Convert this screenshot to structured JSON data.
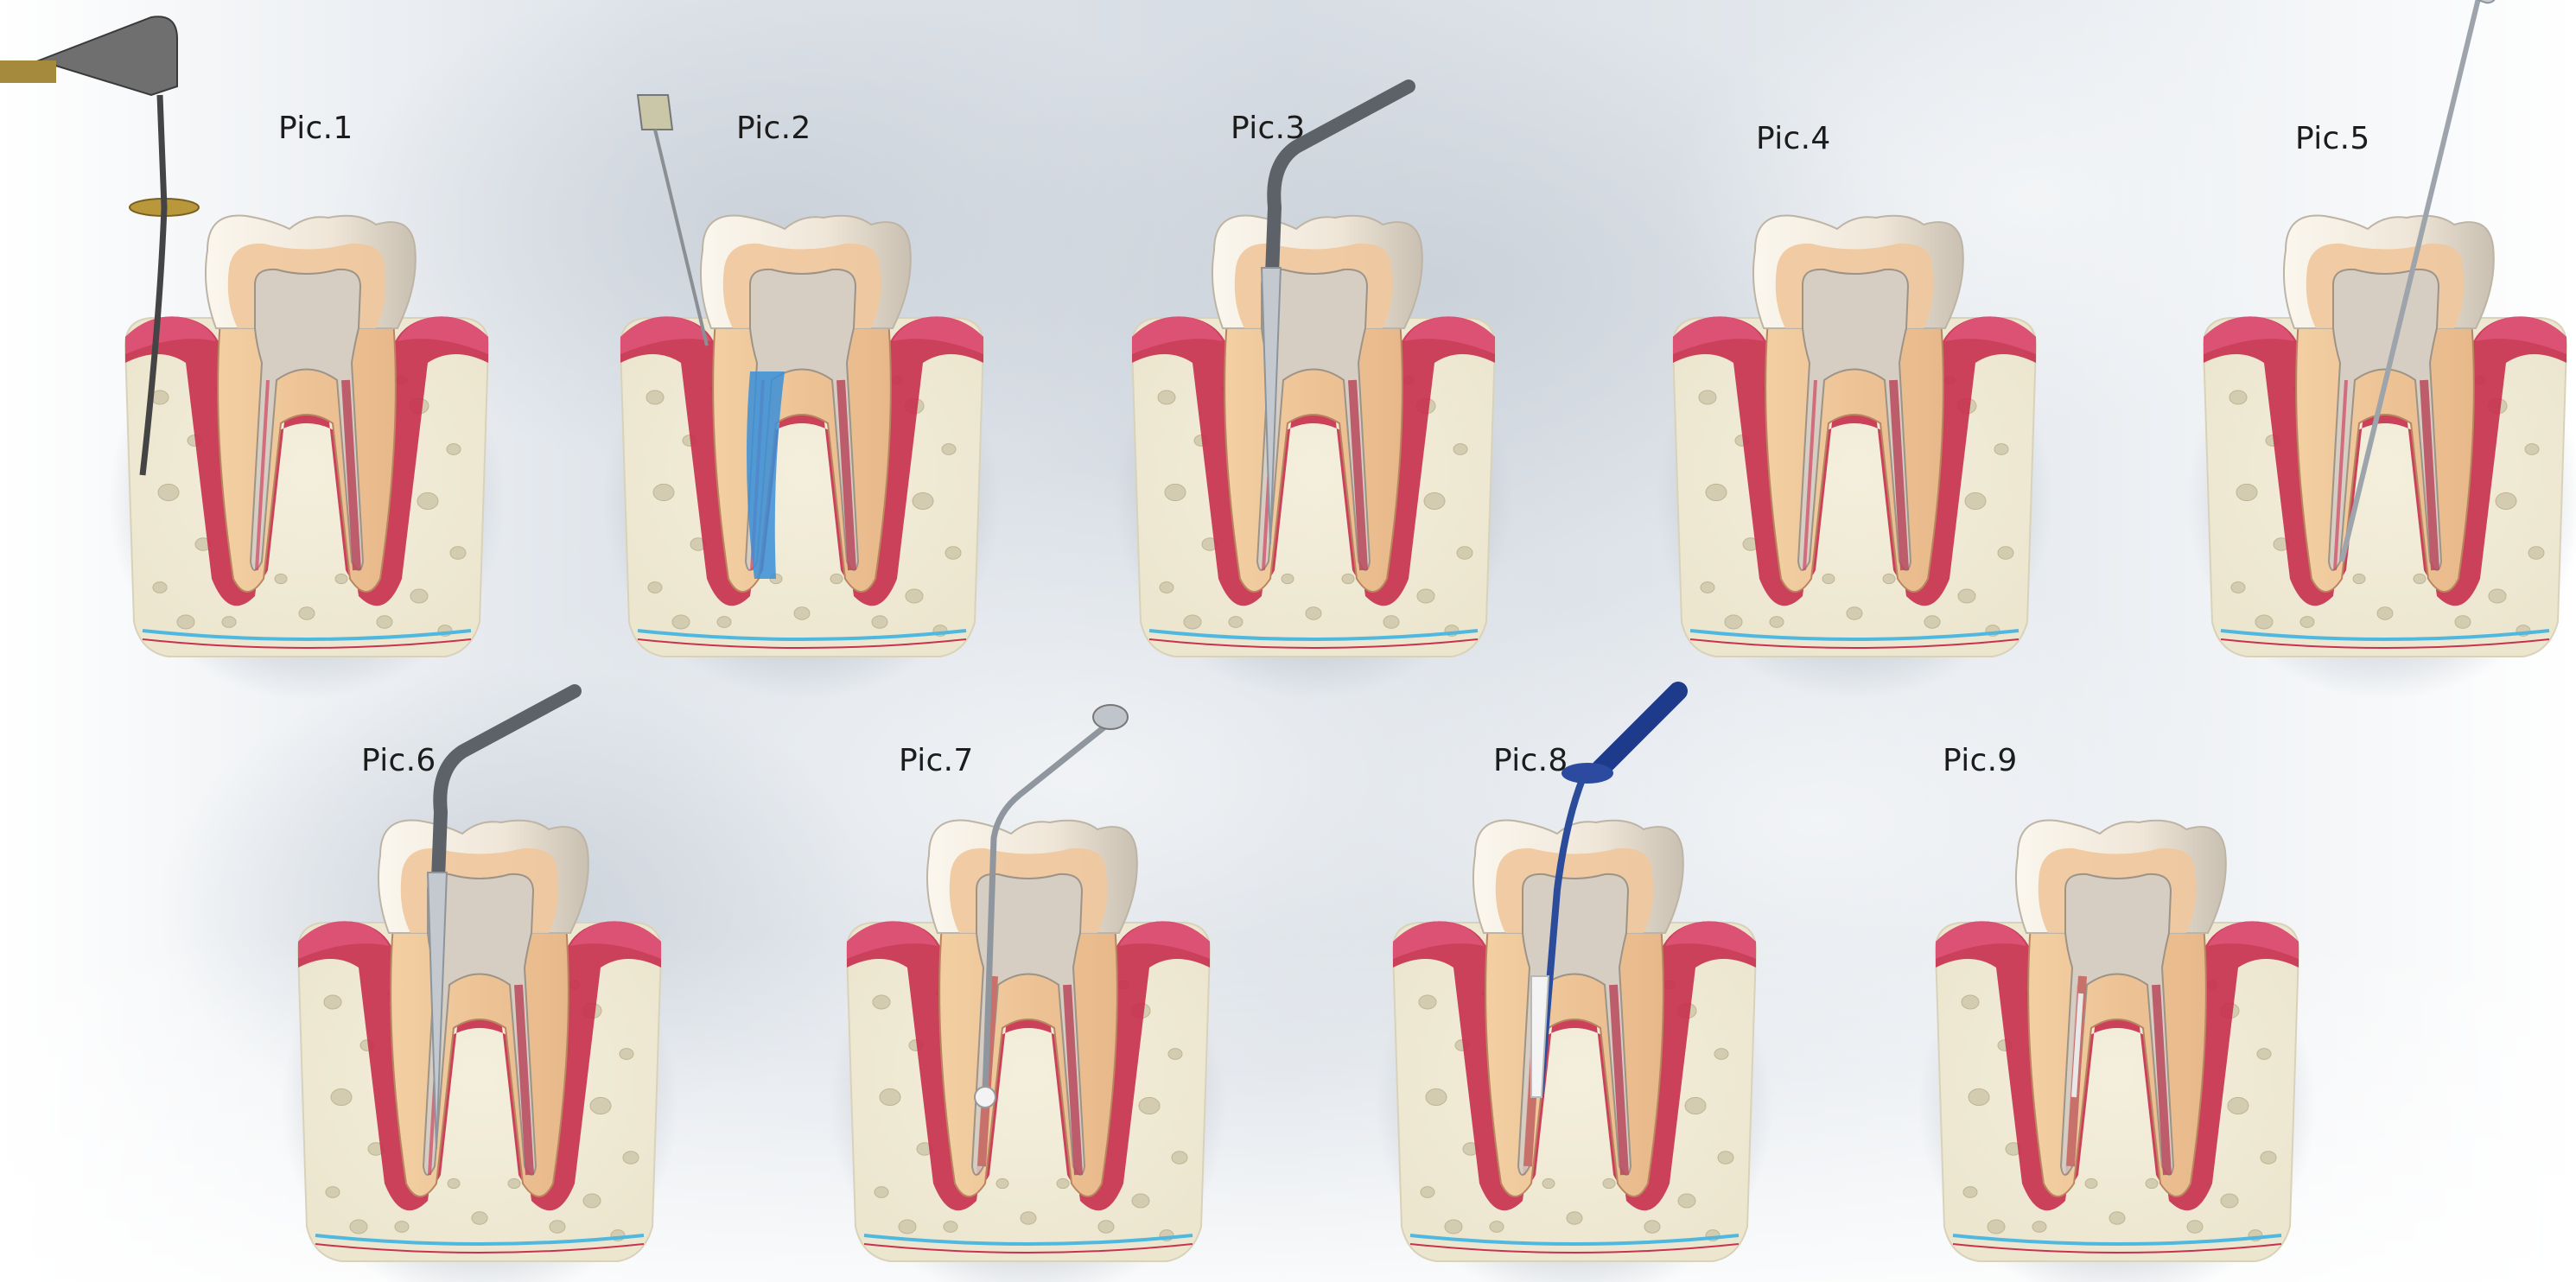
{
  "panels": [
    {
      "label": "Pic.1",
      "step": "rotary-file"
    },
    {
      "label": "Pic.2",
      "step": "irrigation"
    },
    {
      "label": "Pic.3",
      "step": "drying"
    },
    {
      "label": "Pic.4",
      "step": "cleaned-canal"
    },
    {
      "label": "Pic.5",
      "step": "sealer-application"
    },
    {
      "label": "Pic.6",
      "step": "drying"
    },
    {
      "label": "Pic.7",
      "step": "carrier-fill"
    },
    {
      "label": "Pic.8",
      "step": "obturation"
    },
    {
      "label": "Pic.9",
      "step": "filled-canal"
    }
  ],
  "colors": {
    "enamel": "#efe6d8",
    "dentin": "#e8b88a",
    "pulp": "#d6cdc3",
    "gum": "#c8324f",
    "bone": "#ece6cf",
    "irrigant": "#3a8fd8",
    "instrument": "#9aa4ad",
    "gutta_percha": "#c8706a",
    "applicator_blue": "#1e3a8a",
    "nerve": "#4fb8e0"
  }
}
